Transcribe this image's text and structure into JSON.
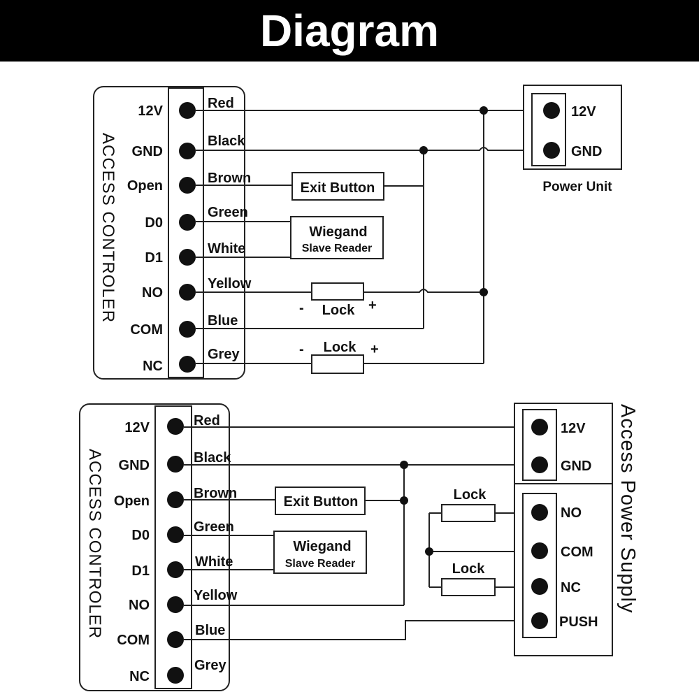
{
  "header": {
    "title": "Diagram"
  },
  "diagram1": {
    "controller_label": "ACCESS CONTROLER",
    "terminals": [
      "12V",
      "GND",
      "Open",
      "D0",
      "D1",
      "NO",
      "COM",
      "NC"
    ],
    "wires": [
      "Red",
      "Black",
      "Brown",
      "Green",
      "White",
      "Yellow",
      "Blue",
      "Grey"
    ],
    "exit_button": "Exit Button",
    "wiegand_title": "Wiegand",
    "wiegand_subtitle": "Slave Reader",
    "lock_label": "Lock",
    "minus": "-",
    "plus": "+",
    "power_unit": {
      "title": "Power Unit",
      "terminals": [
        "12V",
        "GND"
      ]
    }
  },
  "diagram2": {
    "controller_label": "ACCESS CONTROLER",
    "terminals": [
      "12V",
      "GND",
      "Open",
      "D0",
      "D1",
      "NO",
      "COM",
      "NC"
    ],
    "wires": [
      "Red",
      "Black",
      "Brown",
      "Green",
      "White",
      "Yellow",
      "Blue",
      "Grey"
    ],
    "exit_button": "Exit Button",
    "wiegand_title": "Wiegand",
    "wiegand_subtitle": "Slave Reader",
    "lock_label": "Lock",
    "power_supply": {
      "title": "Access Power Supply",
      "top_terminals": [
        "12V",
        "GND"
      ],
      "bottom_terminals": [
        "NO",
        "COM",
        "NC",
        "PUSH"
      ]
    }
  }
}
